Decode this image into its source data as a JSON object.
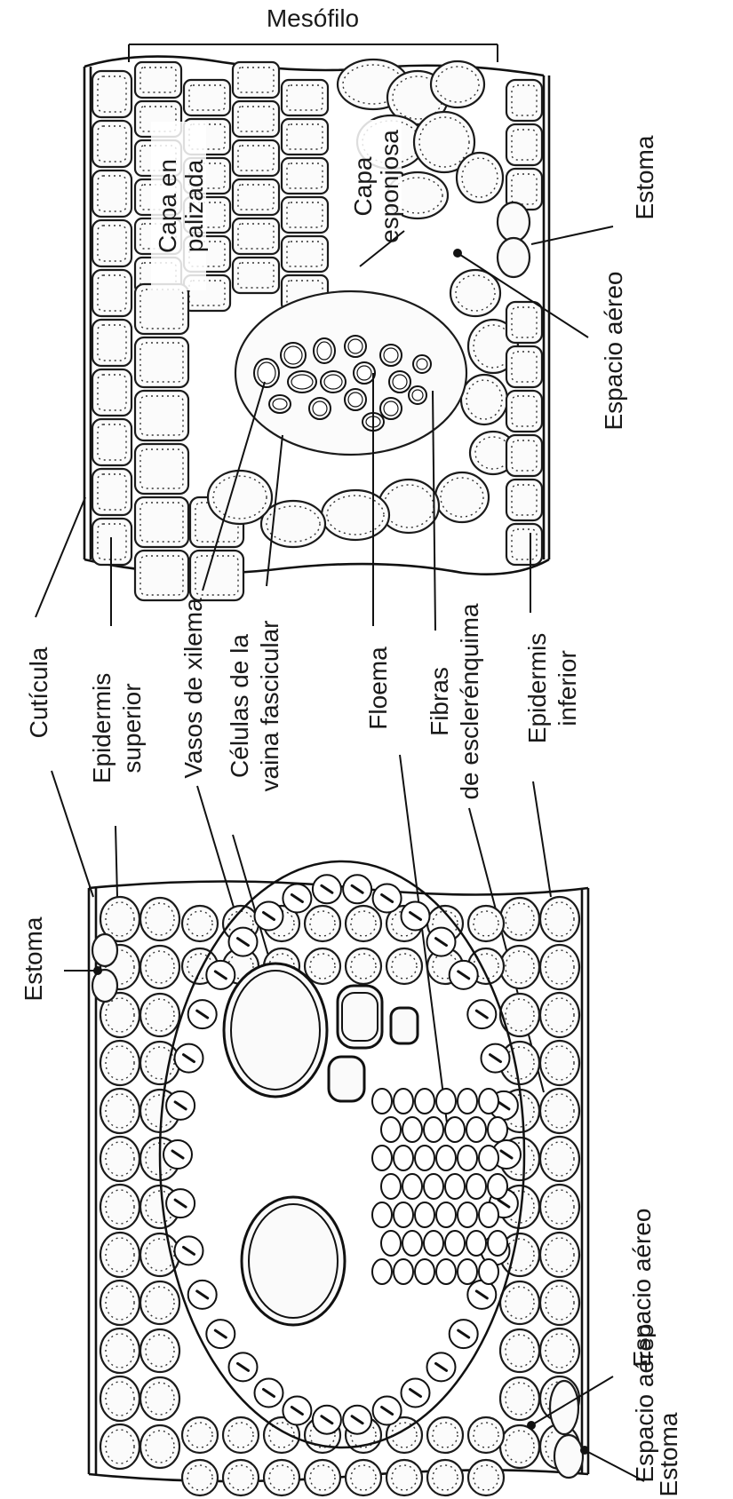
{
  "labels": {
    "mesofilo": "Mesófilo",
    "capa_empalizada": [
      "Capa en",
      "palizada"
    ],
    "capa_esponjosa": [
      "Capa",
      "esponjosa"
    ],
    "estoma": "Estoma",
    "espacio_aereo": "Espacio aéreo",
    "cuticula": "Cutícula",
    "epidermis_superior": [
      "Epidermis",
      "superior"
    ],
    "vasos_xilema": "Vasos de xilema",
    "celulas_vaina": [
      "Células de la",
      "vaina fascicular"
    ],
    "floema": "Floema",
    "fibras_esclerenquima": [
      "Fibras",
      "de esclerénquima"
    ],
    "epidermis_inferior": [
      "Epidermis",
      "inferior"
    ]
  }
}
